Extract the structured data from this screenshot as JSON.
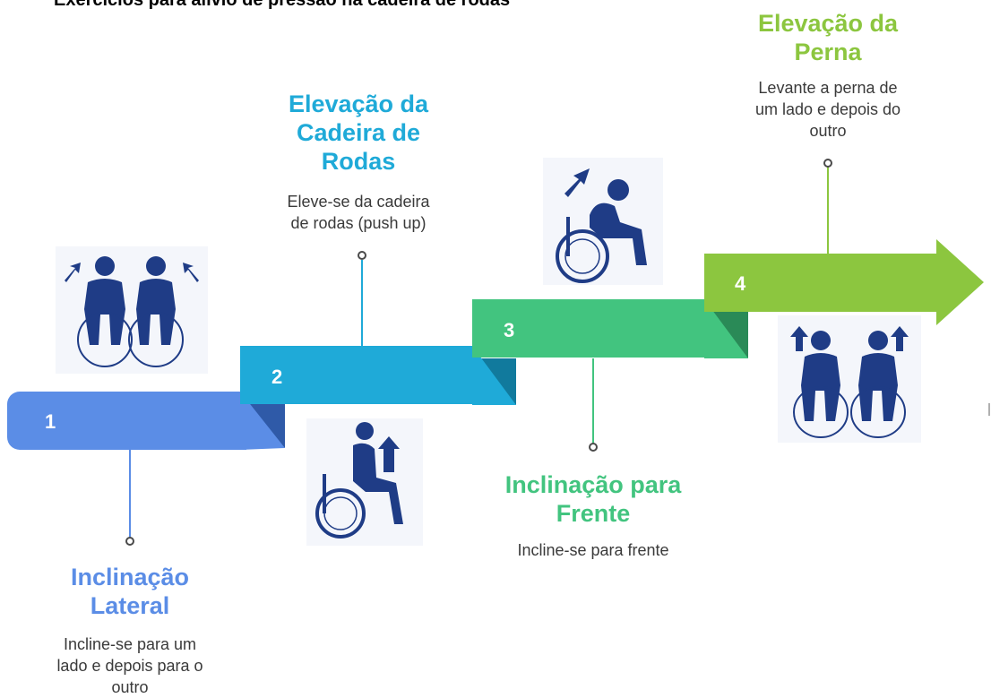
{
  "page_title": "Exercícios para alívio de pressão na cadeira de rodas",
  "colors": {
    "step1": "#5b8de6",
    "step2": "#1faad8",
    "step3": "#42c47f",
    "step4": "#8cc63f",
    "figure": "#1f3c86",
    "description_text": "#3a3a3a"
  },
  "steps": [
    {
      "number": "1",
      "title_lines": [
        "Inclinação",
        "Lateral"
      ],
      "description_lines": [
        "Incline-se para um",
        "lado e depois para o",
        "outro"
      ],
      "icon": "wheelchair-users-leaning-sideways-icon"
    },
    {
      "number": "2",
      "title_lines": [
        "Elevação da",
        "Cadeira de",
        "Rodas"
      ],
      "description_lines": [
        "Eleve-se da cadeira",
        "de rodas (push up)"
      ],
      "icon": "wheelchair-push-up-icon"
    },
    {
      "number": "3",
      "title_lines": [
        "Inclinação para",
        "Frente"
      ],
      "description_lines": [
        "Incline-se para frente"
      ],
      "icon": "wheelchair-lean-forward-icon"
    },
    {
      "number": "4",
      "title_lines": [
        "Elevação da",
        "Perna"
      ],
      "description_lines": [
        "Levante a perna de",
        "um lado e depois do",
        "outro"
      ],
      "icon": "wheelchair-leg-raise-icon"
    }
  ]
}
